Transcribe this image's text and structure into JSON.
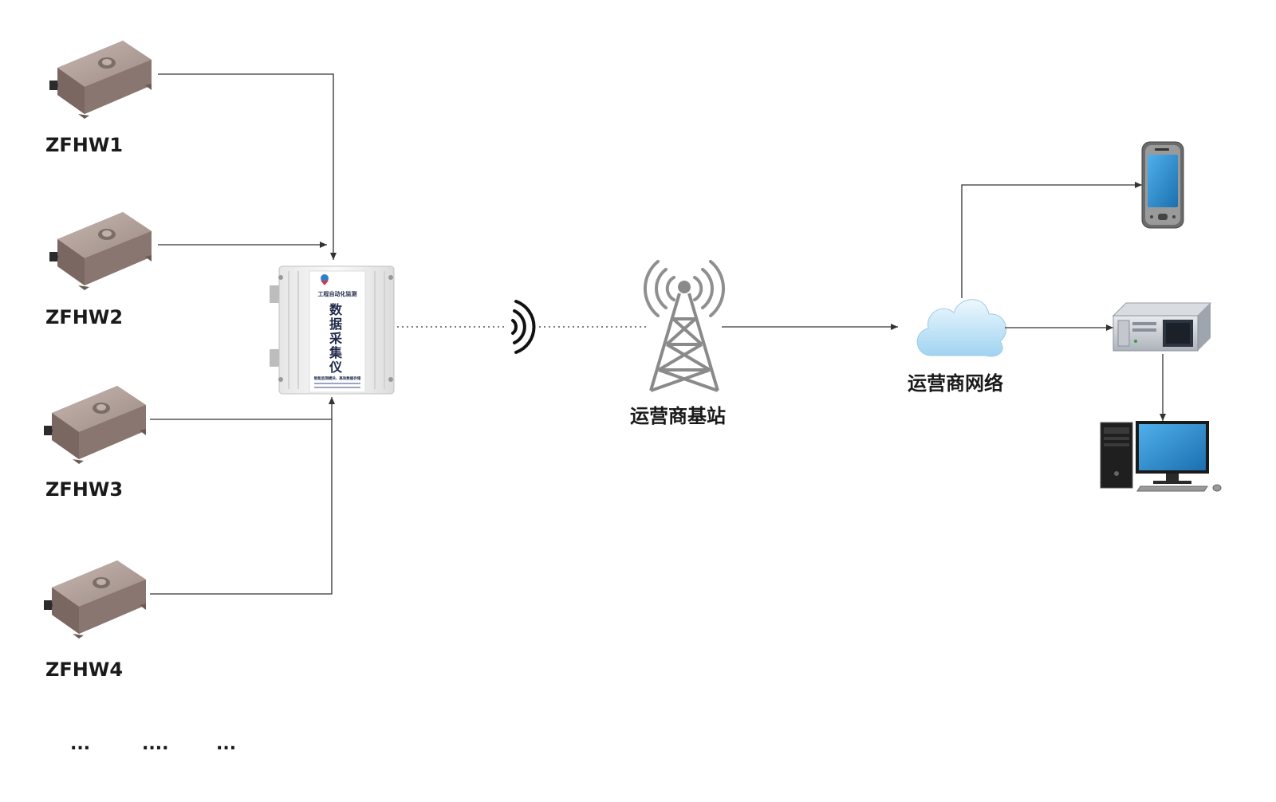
{
  "sensors": [
    {
      "label": "ZFHW1"
    },
    {
      "label": "ZFHW2"
    },
    {
      "label": "ZFHW3"
    },
    {
      "label": "ZFHW4"
    }
  ],
  "ellipsis": [
    "...",
    "....",
    "..."
  ],
  "collector": {
    "header": "工程自动化监测",
    "title_chars": [
      "数",
      "据",
      "采",
      "集",
      "仪"
    ],
    "footer": "智能监测模块、高效数据存储"
  },
  "base_station": {
    "label": "运营商基站",
    "icon": "cell-tower-icon"
  },
  "network": {
    "label": "运营商网络",
    "icon": "cloud-icon"
  },
  "endpoints": [
    {
      "icon": "smartphone-icon"
    },
    {
      "icon": "server-icon"
    },
    {
      "icon": "desktop-computer-icon"
    }
  ],
  "colors": {
    "line": "#333333",
    "sensor_body": "#a89690",
    "cloud": "#bfe3f7",
    "screen": "#2a8fd3"
  }
}
